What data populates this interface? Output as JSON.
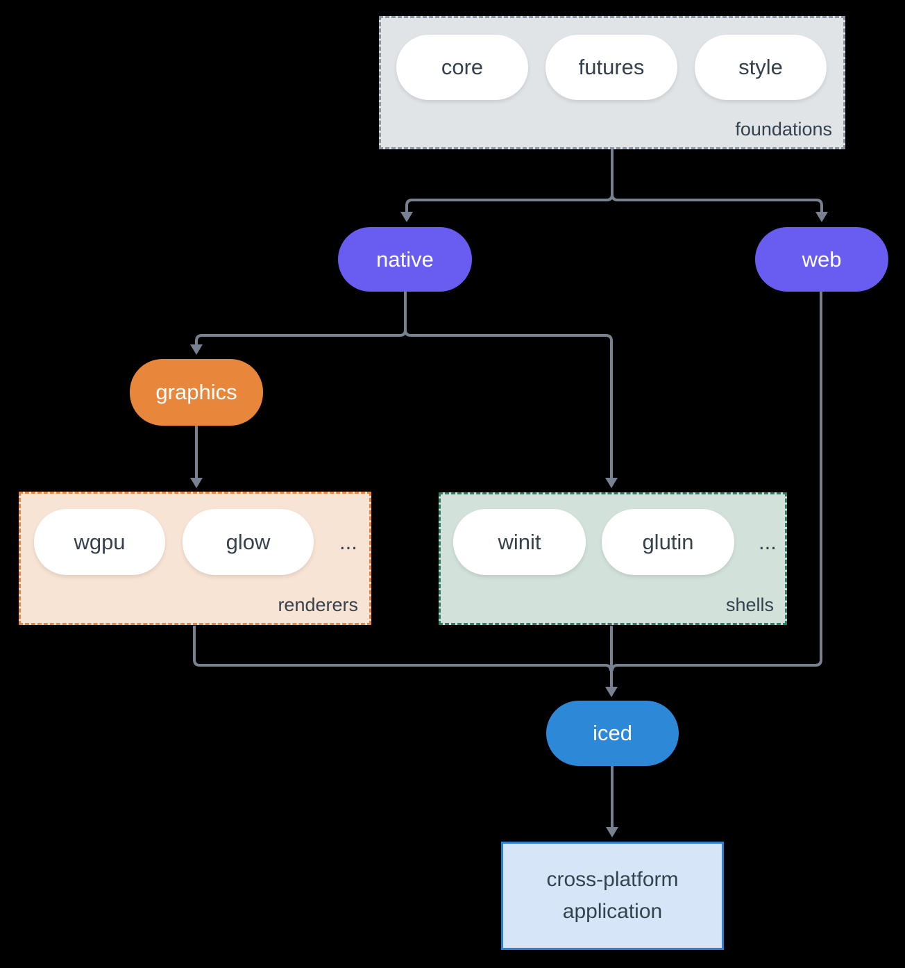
{
  "colors": {
    "bg": "#000000",
    "edge": "#77818F",
    "text-dark": "#35424E",
    "pill-white": "#FFFFFF",
    "purple": "#685DF0",
    "orange": "#E8863B",
    "blue": "#2D89D8",
    "foundations-fill": "#E1E4E7",
    "foundations-border": "#8A95A3",
    "renderers-fill": "#F8E4D4",
    "renderers-border": "#E8873C",
    "shells-fill": "#D2E2DB",
    "shells-border": "#2E7D68",
    "app-fill": "#D6E5F7",
    "app-border": "#2F7FD0"
  },
  "nodes": {
    "foundations": {
      "label": "foundations",
      "pills": [
        "core",
        "futures",
        "style"
      ]
    },
    "native": {
      "label": "native"
    },
    "web": {
      "label": "web"
    },
    "graphics": {
      "label": "graphics"
    },
    "renderers": {
      "label": "renderers",
      "pills": [
        "wgpu",
        "glow"
      ],
      "ellipsis": "..."
    },
    "shells": {
      "label": "shells",
      "pills": [
        "winit",
        "glutin"
      ],
      "ellipsis": "..."
    },
    "iced": {
      "label": "iced"
    },
    "application": {
      "label": "cross-platform application"
    }
  }
}
